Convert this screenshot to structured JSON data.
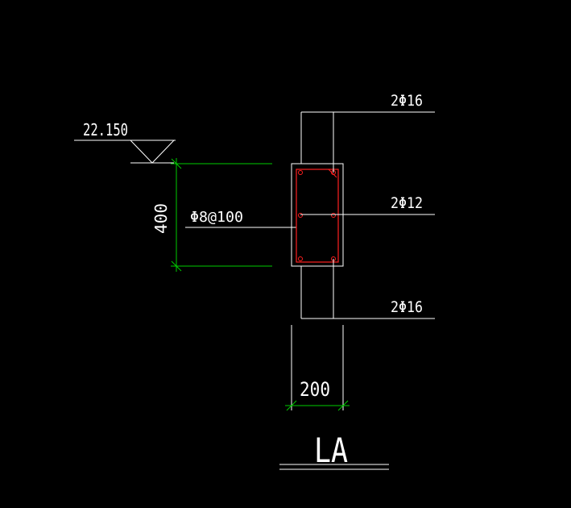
{
  "drawing": {
    "elevation_label": "22.150",
    "height_dimension": "400",
    "width_dimension": "200",
    "stirrup_label": "Φ8@100",
    "top_rebar_label": "2Φ16",
    "middle_rebar_label": "2Φ12",
    "bottom_rebar_label": "2Φ16",
    "section_title": "LA"
  },
  "colors": {
    "background": "#000000",
    "line": "#ffffff",
    "dimension": "#00cc00",
    "rebar": "#ff2020"
  }
}
